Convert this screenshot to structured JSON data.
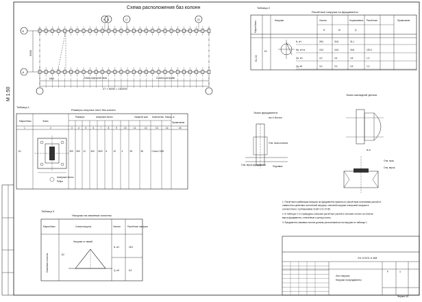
{
  "plan": {
    "title": "Схема расположения баз колонн",
    "axis_top": [
      "6",
      "11",
      "17",
      "20"
    ],
    "axis_left": [
      "Б",
      "А"
    ],
    "dim_vertical": "5000",
    "dim_step": "6000",
    "dim_total": "27 × 6000 = 162000",
    "note_left": "Схема отдельной базы",
    "note_right": "Схема пристройки"
  },
  "side_label": "М 1:50",
  "table1": {
    "caption": "Таблица 1",
    "title": "Размеры опорных плит баз колонн",
    "headers": [
      "Марка базы",
      "Эскиз",
      "Размеры",
      "Анкерные болты",
      "Сварной шов",
      "Количество",
      "Масса, кг",
      "Примечание"
    ],
    "numbers": [
      "1",
      "2",
      "3",
      "4",
      "5",
      "6",
      "7",
      "8",
      "9",
      "10",
      "11",
      "12",
      "13",
      "14",
      "15"
    ],
    "row": [
      "Б1",
      "300",
      "500",
      "12",
      "400",
      "М20",
      "6",
      "10",
      "4",
      "28",
      "56",
      "Сталь С245"
    ],
    "sketch_labels": [
      "Анкерные болты",
      "Ребро"
    ]
  },
  "table2": {
    "caption": "Таблица 2",
    "title": "Расчётные нагрузки на фундаменты",
    "headers": [
      "Марка базы",
      "Нагрузки",
      "Усилия",
      "Нормативные",
      "Расчётные",
      "Примечание"
    ],
    "sub": [
      "N",
      "M",
      "Q"
    ],
    "row_label": "Б1",
    "rows": [
      [
        "N, кН",
        "28,0",
        "30,8",
        "31,1"
      ],
      [
        "Mx, кН·м",
        "15,0",
        "16,5",
        "16,8",
        "120,0"
      ],
      [
        "Qx, кН",
        "4,0",
        "4,4",
        "4,6",
        "1,2"
      ],
      [
        "Qy, кН",
        "3,0",
        "3,3",
        "3,5",
        "1,0"
      ]
    ],
    "side_row": "Б1, Б2"
  },
  "section1": {
    "title": "Эскиз фундамента на 4 болта",
    "labels": [
      "Отм. низа колонны",
      "Подливка",
      "Отм. верха фундамента"
    ]
  },
  "section2": {
    "title": "Эскиз закладной детали",
    "cut": "а-а",
    "labels": [
      "Отм. низа",
      "Отм. верха"
    ]
  },
  "table3": {
    "caption": "Таблица 3",
    "title": "Нагрузки на связевые колонны",
    "headers": [
      "Марка базы",
      "Схема нагрузок",
      "Усилия",
      "Расчётные нагрузки",
      "Примечание"
    ],
    "diagram_title": "Нагрузки от связей",
    "row_label": "Б2",
    "side_label": "Связевые колонны",
    "rows": [
      [
        "N, кН",
        "25,0"
      ],
      [
        "Q, кН",
        "5,0"
      ]
    ]
  },
  "notes": [
    "1. Расчётные комбинации нагрузок на фундаменты приняты по расчётным сочетаниям усилий от совместного действия постоянной нагрузки, снеговой нагрузки и ветровой нагрузки в соответствии с требованиями СНиП 2.01.07-85.",
    "2. В таблицах 2 и 3 приведены значения расчётных усилий в сечениях колонн на отметке верха фундамента, отнесённые к центру плиты.",
    "3. Фундаменты связевых колонн должны рассчитываться на нагрузки из таблицы 1."
  ],
  "stamp": {
    "code": "ХХ-ХХХХ-Х-КМ",
    "name1": "Лист нагрузок",
    "name2": "Нагрузки на фундаменты",
    "stage": "Р",
    "sheet": "4",
    "format": "Формат А3"
  }
}
